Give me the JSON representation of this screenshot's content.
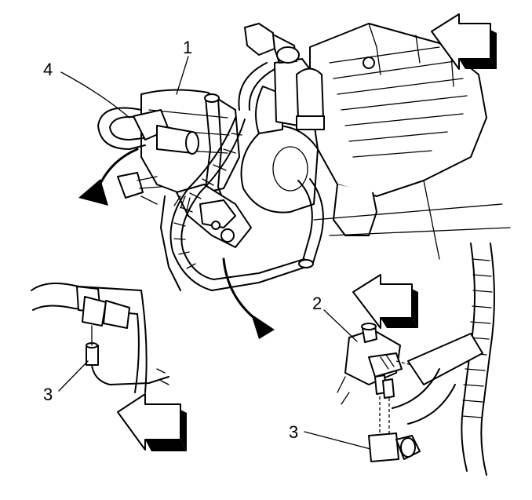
{
  "callouts": {
    "c1": "1",
    "c2": "2",
    "c3a": "3",
    "c3b": "3",
    "c4": "4"
  }
}
